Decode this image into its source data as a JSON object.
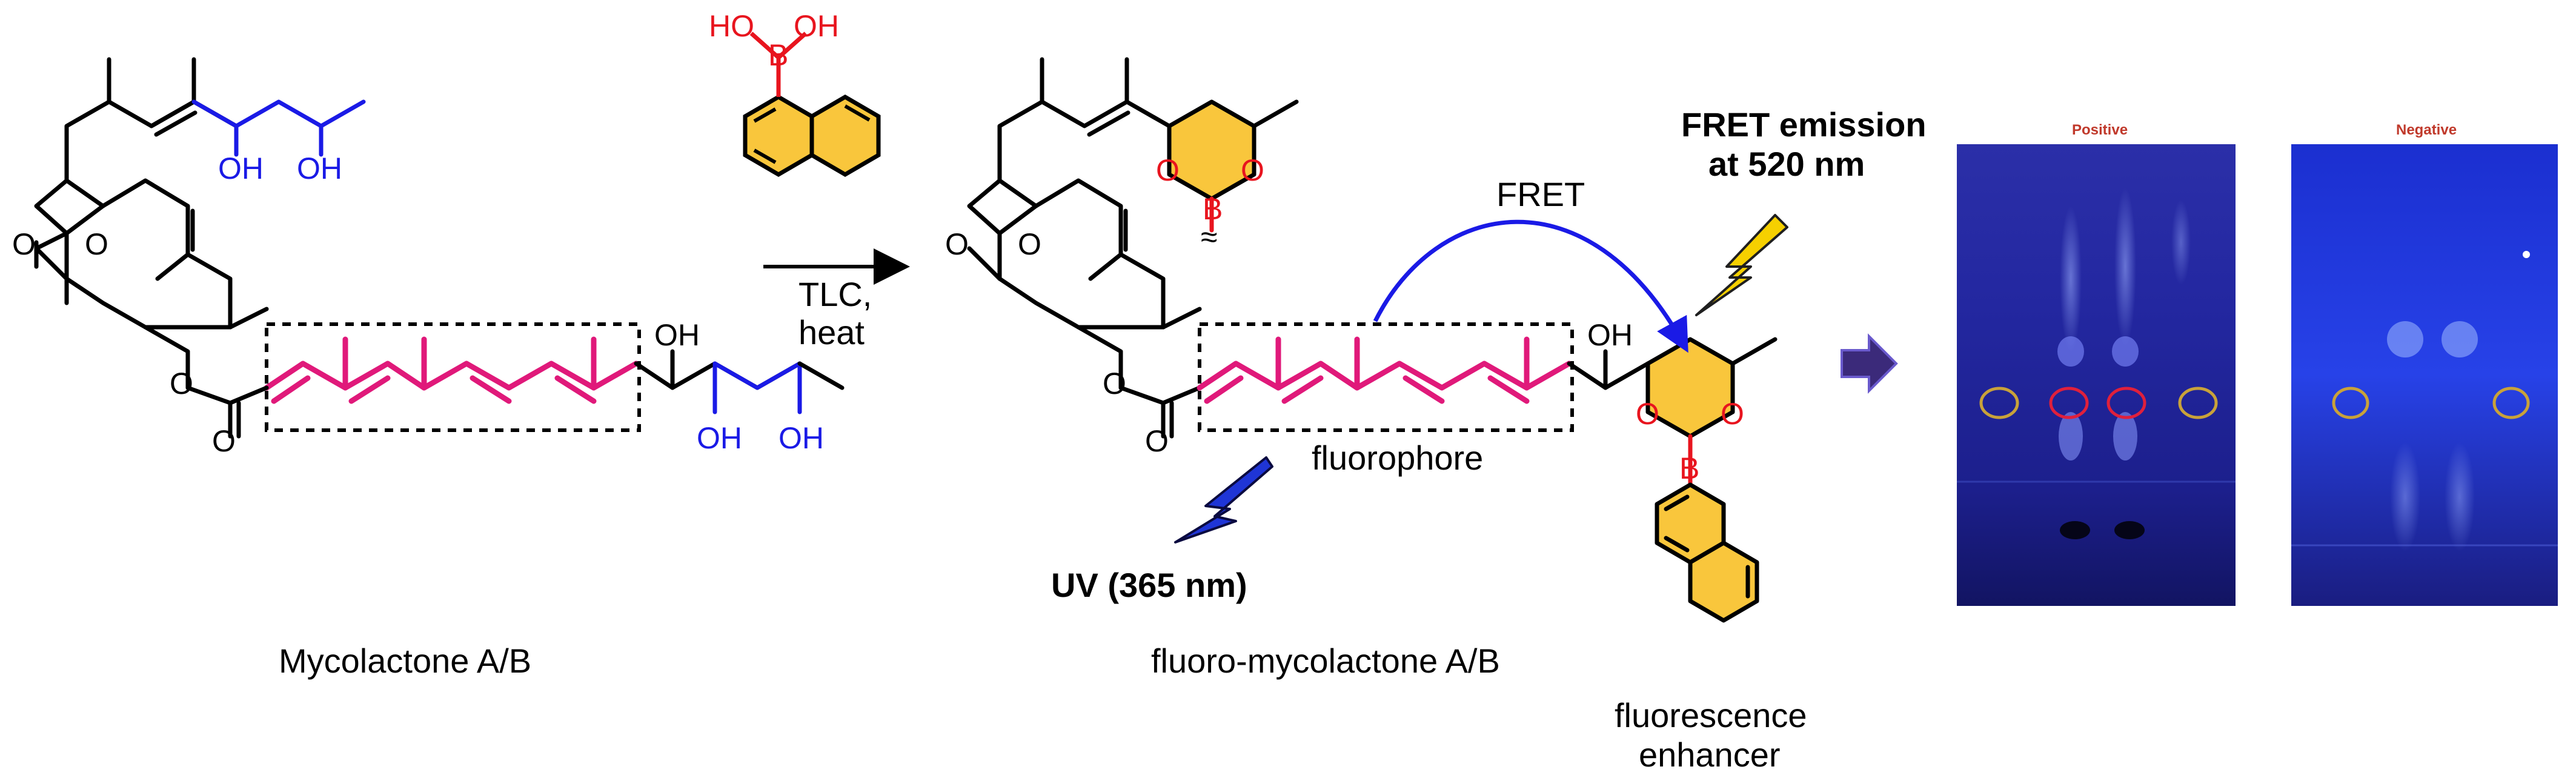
{
  "colors": {
    "skeleton": "#000000",
    "diol": "#1a1ae6",
    "polyene": "#e0197a",
    "boron": "#e8141e",
    "naphthalene_fill": "#f9c63c",
    "uv_bolt": "#1f35d6",
    "fret_bolt": "#f6d000",
    "plate_bg": "#16187a",
    "plate_glow": "#6a78ff",
    "spot_ring_yellow": "#c9a23a",
    "spot_ring_red": "#e0203c",
    "arrow_fill": "#3b2a7a"
  },
  "labels": {
    "oh": "OH",
    "ho": "HO",
    "b": "B",
    "o": "O",
    "squiggle": "≈",
    "reagent_conditions_line1": "TLC,",
    "reagent_conditions_line2": "heat",
    "fret": "FRET",
    "fret_emission_line1": "FRET emission",
    "fret_emission_line2": "at 520 nm",
    "fluorophore": "fluorophore",
    "uv": "UV (365 nm)",
    "mycolactone": "Mycolactone A/B",
    "fluoro_mycolactone": "fluoro-mycolactone A/B",
    "enhancer_line1": "fluorescence",
    "enhancer_line2": "enhancer"
  },
  "tlc": {
    "plates": [
      {
        "title": "Positive",
        "circle_colors": [
          "yellow",
          "red",
          "red",
          "yellow"
        ]
      },
      {
        "title": "Negative",
        "circle_colors": [
          "yellow",
          "yellow"
        ]
      }
    ]
  }
}
